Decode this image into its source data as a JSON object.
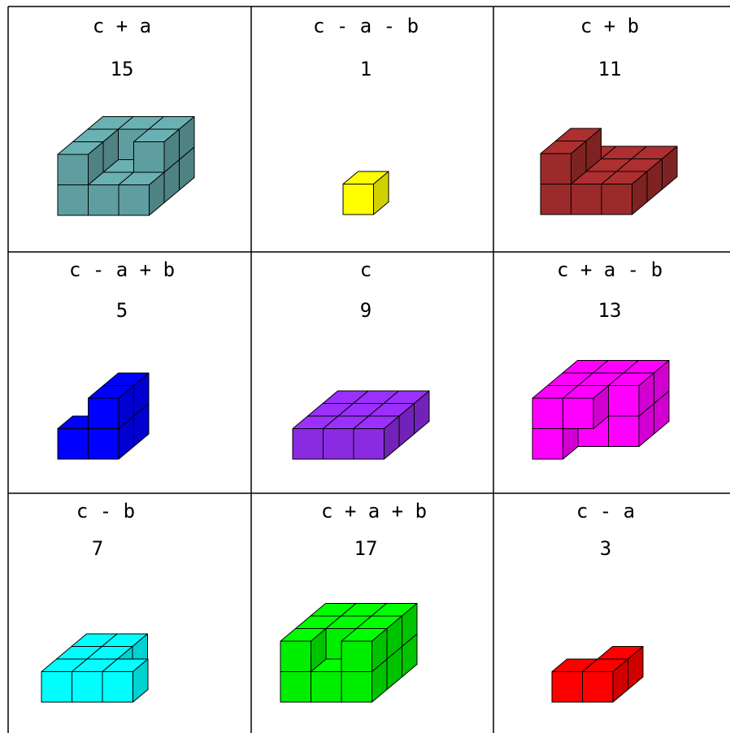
{
  "cells": [
    {
      "expression": "c + a",
      "count": "15",
      "color": "#5f9ea0"
    },
    {
      "expression": "c - a - b",
      "count": "1",
      "color": "#ffff00"
    },
    {
      "expression": "c + b",
      "count": "11",
      "color": "#9b2a2a"
    },
    {
      "expression": "c - a + b",
      "count": "5",
      "color": "#0000ff"
    },
    {
      "expression": "c",
      "count": "9",
      "color": "#8a2be2"
    },
    {
      "expression": "c + a - b",
      "count": "13",
      "color": "#ff00ff"
    },
    {
      "expression": "c - b",
      "count": "7",
      "color": "#00ffff"
    },
    {
      "expression": "c + a + b",
      "count": "17",
      "color": "#00ee00"
    },
    {
      "expression": "c - a",
      "count": "3",
      "color": "#ff0000"
    }
  ]
}
